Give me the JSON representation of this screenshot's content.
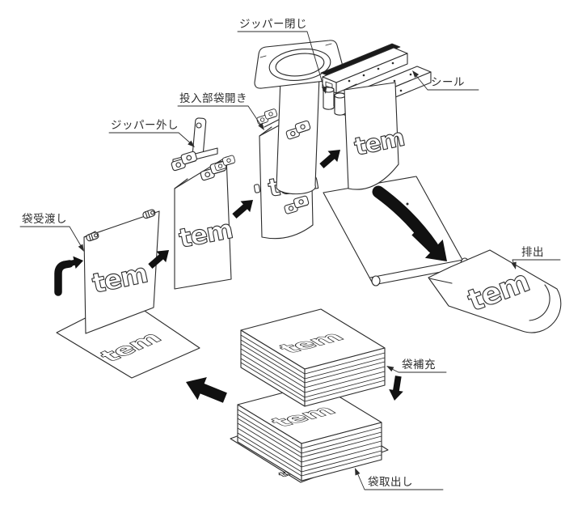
{
  "diagram": {
    "background": "#ffffff",
    "line_color": "#2b2b2b",
    "arrow_color": "#111111",
    "seal_strip_color": "#1a1a1a",
    "logo_text": "tem",
    "labels": {
      "zipper_close": "ジッパー閉じ",
      "seal": "シール",
      "inlet_bag_open": "投入部袋開き",
      "zipper_remove": "ジッパー外し",
      "bag_transfer": "袋受渡し",
      "discharge": "排出",
      "bag_refill": "袋補充",
      "bag_takeout": "袋取出し"
    }
  }
}
